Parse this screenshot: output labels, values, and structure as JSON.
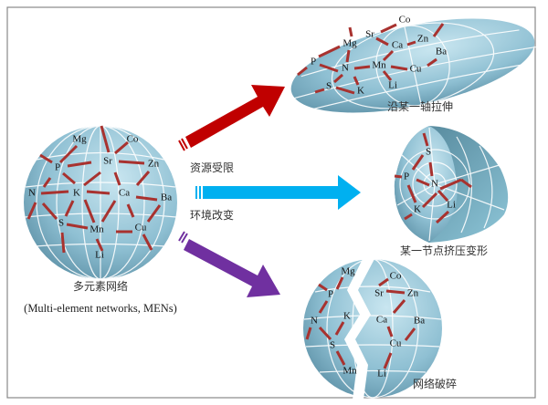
{
  "network": {
    "title_cn": "多元素网络",
    "title_en": "(Multi-element networks, MENs)",
    "elements": [
      "Mg",
      "Co",
      "P",
      "Sr",
      "Zn",
      "N",
      "K",
      "Ca",
      "Ba",
      "S",
      "Mn",
      "Cu",
      "Li"
    ]
  },
  "arrows": {
    "top_color": "#c00000",
    "middle_color": "#00b0f0",
    "bottom_color": "#7030a0",
    "middle_label_top": "资源受限",
    "middle_label_bottom": "环境改变"
  },
  "outcomes": {
    "stretch": {
      "label": "沿某一轴拉伸",
      "elements": [
        "Co",
        "Sr",
        "Mg",
        "Ca",
        "Zn",
        "Ba",
        "P",
        "N",
        "Mn",
        "Cu",
        "S",
        "Li",
        "K"
      ]
    },
    "squeeze": {
      "label": "某一节点挤压变形",
      "elements": [
        "S",
        "P",
        "N",
        "K",
        "Li"
      ]
    },
    "fragment": {
      "label": "网络破碎",
      "elements": [
        "Mg",
        "Co",
        "P",
        "Sr",
        "Zn",
        "K",
        "N",
        "Ca",
        "Ba",
        "S",
        "Cu",
        "Mn",
        "Li"
      ]
    }
  }
}
